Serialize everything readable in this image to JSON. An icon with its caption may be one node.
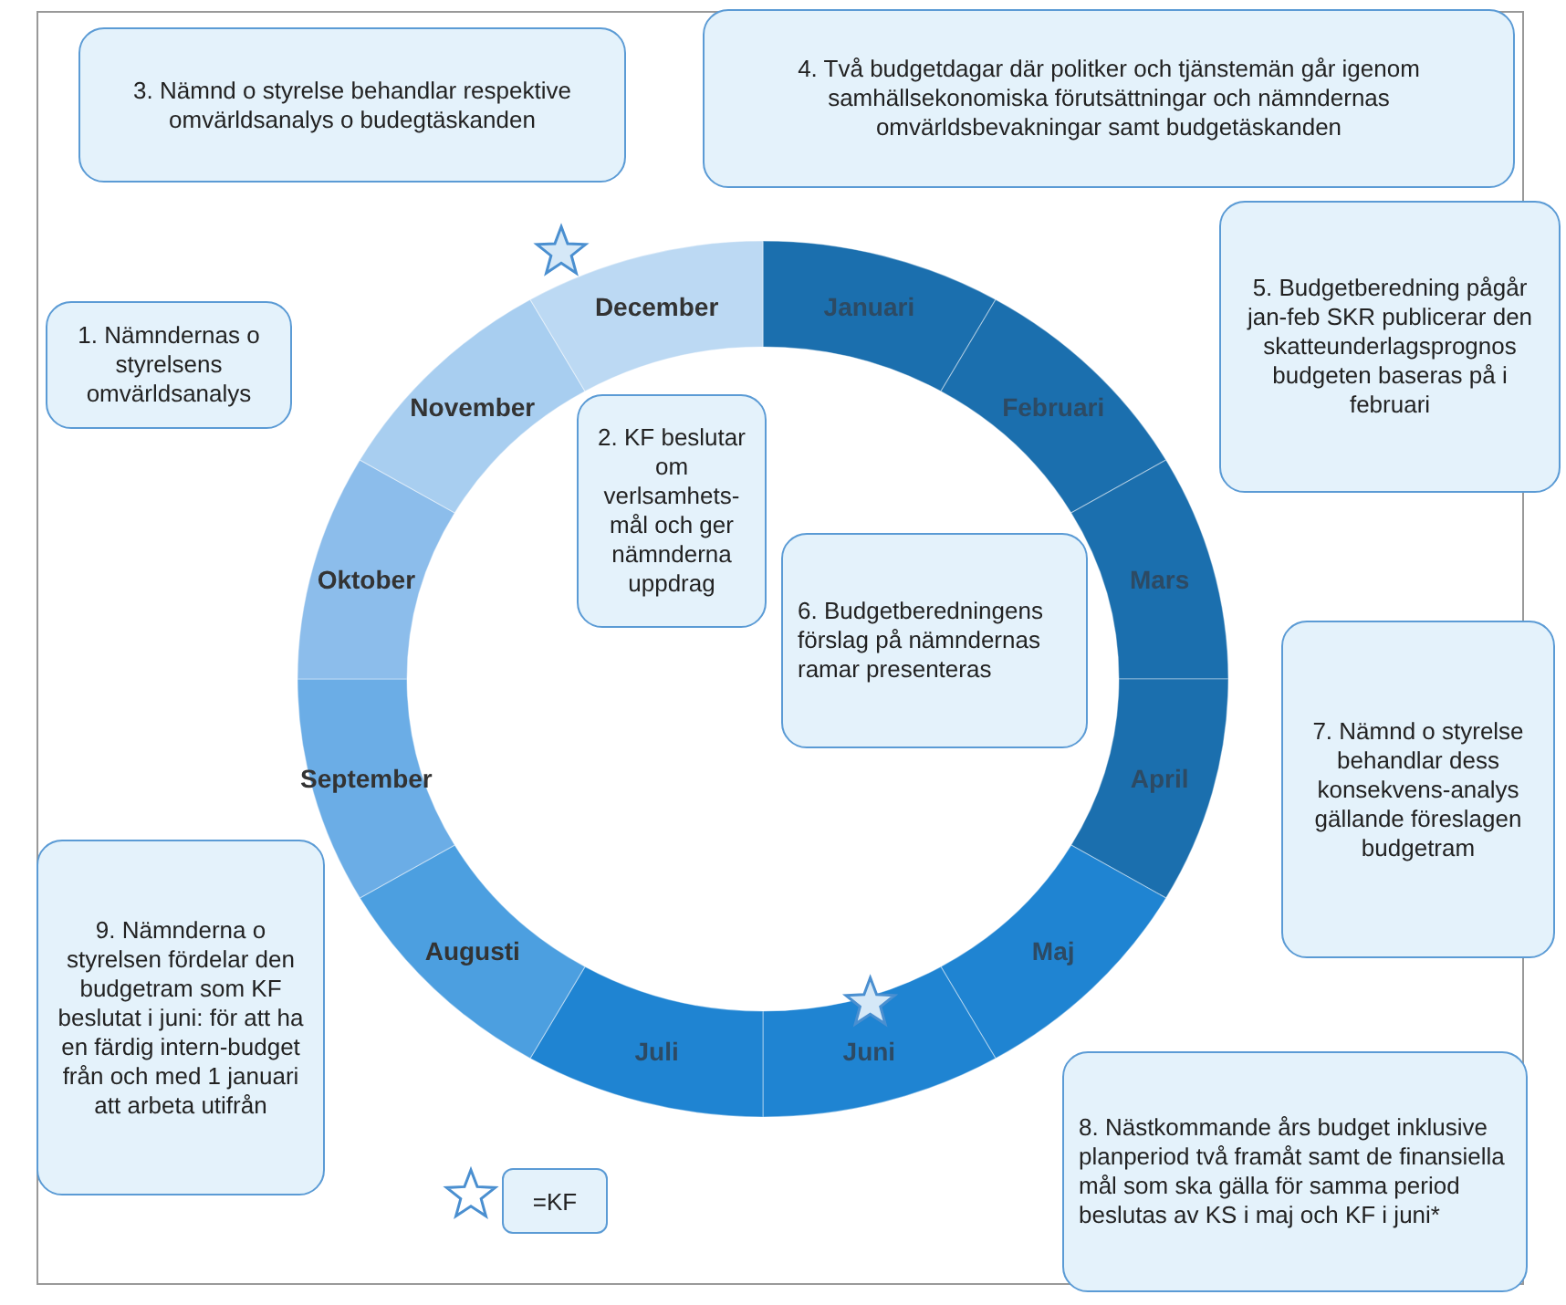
{
  "diagram": {
    "nodes": [
      {
        "text": [
          "1. Nämndernas o styrelsens omvärldsanalys"
        ]
      },
      {
        "text": [
          "2. KF beslutar om verlsamhets-mål och ger nämnderna uppdrag"
        ]
      },
      {
        "text": [
          "3. Nämnd o styrelse behandlar respektive omvärldsanalys o budegtäskanden"
        ]
      },
      {
        "text": [
          "4. Två budgetdagar där politker och tjänstemän går igenom samhällsekonomiska förutsättningar och nämndernas omvärldsbevakningar samt budgetäskanden"
        ]
      },
      {
        "text": [
          "5. Budgetberedning pågår jan-feb SKR publicerar den skatteunderlagsprognos budgeten baseras på i februari"
        ]
      },
      {
        "text": [
          "6. Budgetberedningens förslag på nämndernas ramar presenteras"
        ]
      },
      {
        "text": [
          "7. Nämnd o styrelse behandlar dess konsekvens-analys gällande föreslagen budgetram"
        ]
      },
      {
        "text": [
          "8. Nästkommande års budget inklusive planperiod två framåt samt de finansiella mål som ska gälla för samma period beslutas av KS i maj och KF i juni*"
        ]
      },
      {
        "text": [
          "9. Nämnderna o styrelsen fördelar den budgetram som KF beslutat i juni: för att ha en färdig intern-budget från och med 1 januari att arbeta utifrån"
        ]
      },
      {
        "text": [
          "Januari"
        ]
      },
      {
        "text": [
          "Februari"
        ]
      },
      {
        "text": [
          "Mars"
        ]
      },
      {
        "text": [
          "April"
        ]
      },
      {
        "text": [
          "Maj"
        ]
      },
      {
        "text": [
          "Juni"
        ]
      },
      {
        "text": [
          "Juli"
        ]
      },
      {
        "text": [
          "Augusti"
        ]
      },
      {
        "text": [
          "September"
        ]
      },
      {
        "text": [
          "Oktober"
        ]
      },
      {
        "text": [
          "November"
        ]
      },
      {
        "text": [
          "December"
        ]
      }
    ],
    "legend": [
      {
        "text": "=KF"
      }
    ]
  }
}
